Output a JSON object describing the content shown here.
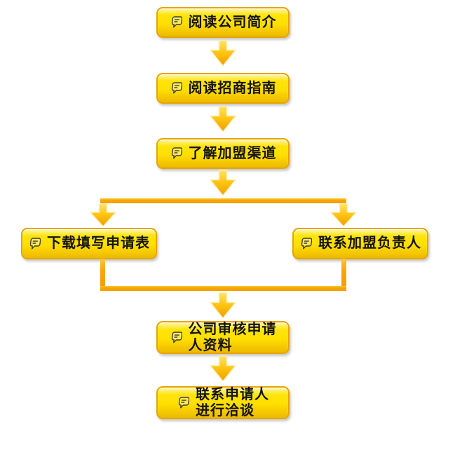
{
  "flowchart": {
    "steps": [
      {
        "label": "阅读公司简介"
      },
      {
        "label": "阅读招商指南"
      },
      {
        "label": "了解加盟渠道"
      },
      {
        "label": "下载填写申请表"
      },
      {
        "label": "联系加盟负责人"
      },
      {
        "label": "公司审核申请\n人资料"
      },
      {
        "label": "联系申请人\n进行洽谈"
      }
    ],
    "icons": {
      "step_icon": "note-icon",
      "arrow_icon": "down-arrow-icon"
    },
    "colors": {
      "box_face": "#FFE000",
      "box_face_light": "#FDF6D0",
      "box_face_dark": "#EDB900",
      "box_border": "#E7A400",
      "arrow_light": "#FFE36B",
      "arrow_dark": "#EF9C00",
      "connector": "#F8A905",
      "text": "#141414"
    }
  }
}
